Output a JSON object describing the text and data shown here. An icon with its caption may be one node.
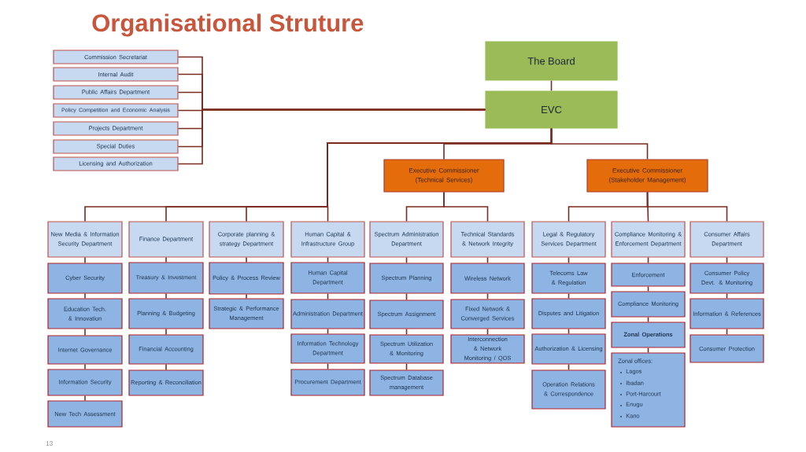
{
  "diagram": {
    "title": "Organisational Struture",
    "nodes": [
      {
        "text": [
          "The Board"
        ]
      },
      {
        "text": [
          "EVC"
        ]
      },
      {
        "text": [
          "Commission Secretariat"
        ]
      },
      {
        "text": [
          "Internal Audit"
        ]
      },
      {
        "text": [
          "Public Affairs Department"
        ]
      },
      {
        "text": [
          "Policy Competition and Economic Analysis"
        ]
      },
      {
        "text": [
          "Projects Department"
        ]
      },
      {
        "text": [
          "Special Duties"
        ]
      },
      {
        "text": [
          "Licensing and Authorization"
        ]
      },
      {
        "text": [
          "Executive Commissioner (Technical Services)"
        ]
      },
      {
        "text": [
          "Executive Commissioner (Stakeholder Management)"
        ]
      },
      {
        "text": [
          "New Media & Information Security Department"
        ]
      },
      {
        "text": [
          "Finance Department"
        ]
      },
      {
        "text": [
          "Corporate planning & strategy Department"
        ]
      },
      {
        "text": [
          "Human Capital & Infrastructure Group"
        ]
      },
      {
        "text": [
          "Spectrum Administration Department"
        ]
      },
      {
        "text": [
          "Technical Standards & Network Integrity"
        ]
      },
      {
        "text": [
          "Legal & Regulatory Services Department"
        ]
      },
      {
        "text": [
          "Compliance Monitoring & Enforcement Department"
        ]
      },
      {
        "text": [
          "Consumer Affairs Department"
        ]
      },
      {
        "text": [
          "Cyber Security"
        ]
      },
      {
        "text": [
          "Education Tech. & Innovation"
        ]
      },
      {
        "text": [
          "Internet Governance"
        ]
      },
      {
        "text": [
          "Information Security"
        ]
      },
      {
        "text": [
          "New Tech Assessment"
        ]
      },
      {
        "text": [
          "Treasury & Investment"
        ]
      },
      {
        "text": [
          "Planning & Budgeting"
        ]
      },
      {
        "text": [
          "Financial Accounting"
        ]
      },
      {
        "text": [
          "Reporting & Reconciliation"
        ]
      },
      {
        "text": [
          "Policy & Process Review"
        ]
      },
      {
        "text": [
          "Strategic & Performance Management"
        ]
      },
      {
        "text": [
          "Human Capital Department"
        ]
      },
      {
        "text": [
          "Administration Department"
        ]
      },
      {
        "text": [
          "Information Technology Department"
        ]
      },
      {
        "text": [
          "Procurement Department"
        ]
      },
      {
        "text": [
          "Spectrum Planning"
        ]
      },
      {
        "text": [
          "Spectrum Assignment"
        ]
      },
      {
        "text": [
          "Spectrum Utilization & Monitoring"
        ]
      },
      {
        "text": [
          "Spectrum Database management"
        ]
      },
      {
        "text": [
          "Wireless Network"
        ]
      },
      {
        "text": [
          "Fixed Network & Converged Services"
        ]
      },
      {
        "text": [
          "Interconnection & Network Monitoring / QOS"
        ]
      },
      {
        "text": [
          "Telecoms Law & Regulation"
        ]
      },
      {
        "text": [
          "Disputes and Litigation"
        ]
      },
      {
        "text": [
          "Authorization & Licensing"
        ]
      },
      {
        "text": [
          "Operation Relations & Correspondence"
        ]
      },
      {
        "text": [
          "Enforcement"
        ]
      },
      {
        "text": [
          "Compliance Monitoring"
        ]
      },
      {
        "text": [
          "Zonal Operations"
        ]
      },
      {
        "text": [
          "Zonal offices:",
          "Lagos",
          "Ibadan",
          "Port-Harcourt",
          "Enugu",
          "Kano"
        ]
      },
      {
        "text": [
          "Consumer Policy Devt. & Monitoring"
        ]
      },
      {
        "text": [
          "Information & References"
        ]
      },
      {
        "text": [
          "Consumer Protection"
        ]
      }
    ],
    "edges": [
      {
        "from": 0,
        "to": 1,
        "arrow": "none"
      },
      {
        "from": 1,
        "to": 2,
        "arrow": "none"
      },
      {
        "from": 1,
        "to": 3,
        "arrow": "none"
      },
      {
        "from": 1,
        "to": 4,
        "arrow": "none"
      },
      {
        "from": 1,
        "to": 5,
        "arrow": "none"
      },
      {
        "from": 1,
        "to": 6,
        "arrow": "none"
      },
      {
        "from": 1,
        "to": 7,
        "arrow": "none"
      },
      {
        "from": 1,
        "to": 8,
        "arrow": "none"
      },
      {
        "from": 1,
        "to": 9,
        "arrow": "none"
      },
      {
        "from": 1,
        "to": 10,
        "arrow": "none"
      },
      {
        "from": 1,
        "to": 11,
        "arrow": "none"
      },
      {
        "from": 1,
        "to": 12,
        "arrow": "none"
      },
      {
        "from": 1,
        "to": 13,
        "arrow": "none"
      },
      {
        "from": 1,
        "to": 14,
        "arrow": "none"
      },
      {
        "from": 9,
        "to": 15,
        "arrow": "none"
      },
      {
        "from": 9,
        "to": 16,
        "arrow": "none"
      },
      {
        "from": 10,
        "to": 17,
        "arrow": "none"
      },
      {
        "from": 10,
        "to": 18,
        "arrow": "none"
      },
      {
        "from": 10,
        "to": 19,
        "arrow": "none"
      },
      {
        "from": 11,
        "to": 20,
        "arrow": "none"
      },
      {
        "from": 20,
        "to": 21,
        "arrow": "none"
      },
      {
        "from": 21,
        "to": 22,
        "arrow": "none"
      },
      {
        "from": 22,
        "to": 23,
        "arrow": "none"
      },
      {
        "from": 23,
        "to": 24,
        "arrow": "none"
      },
      {
        "from": 12,
        "to": 25,
        "arrow": "none"
      },
      {
        "from": 25,
        "to": 26,
        "arrow": "none"
      },
      {
        "from": 26,
        "to": 27,
        "arrow": "none"
      },
      {
        "from": 27,
        "to": 28,
        "arrow": "none"
      },
      {
        "from": 13,
        "to": 29,
        "arrow": "none"
      },
      {
        "from": 29,
        "to": 30,
        "arrow": "none"
      },
      {
        "from": 14,
        "to": 31,
        "arrow": "none"
      },
      {
        "from": 31,
        "to": 32,
        "arrow": "none"
      },
      {
        "from": 32,
        "to": 33,
        "arrow": "none"
      },
      {
        "from": 33,
        "to": 34,
        "arrow": "none"
      },
      {
        "from": 15,
        "to": 35,
        "arrow": "none"
      },
      {
        "from": 35,
        "to": 36,
        "arrow": "none"
      },
      {
        "from": 36,
        "to": 37,
        "arrow": "none"
      },
      {
        "from": 37,
        "to": 38,
        "arrow": "none"
      },
      {
        "from": 16,
        "to": 39,
        "arrow": "none"
      },
      {
        "from": 39,
        "to": 40,
        "arrow": "none"
      },
      {
        "from": 40,
        "to": 41,
        "arrow": "none"
      },
      {
        "from": 17,
        "to": 42,
        "arrow": "none"
      },
      {
        "from": 42,
        "to": 43,
        "arrow": "none"
      },
      {
        "from": 43,
        "to": 44,
        "arrow": "none"
      },
      {
        "from": 44,
        "to": 45,
        "arrow": "none"
      },
      {
        "from": 18,
        "to": 46,
        "arrow": "none"
      },
      {
        "from": 46,
        "to": 47,
        "arrow": "none"
      },
      {
        "from": 47,
        "to": 48,
        "arrow": "none"
      },
      {
        "from": 48,
        "to": 49,
        "arrow": "none"
      },
      {
        "from": 19,
        "to": 50,
        "arrow": "none"
      },
      {
        "from": 50,
        "to": 51,
        "arrow": "none"
      },
      {
        "from": 51,
        "to": 52,
        "arrow": "none"
      }
    ],
    "labels": [
      "13"
    ]
  }
}
